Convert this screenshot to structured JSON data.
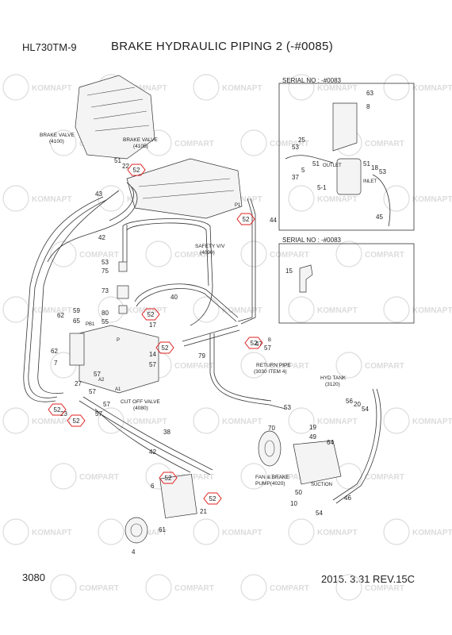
{
  "header": {
    "model": "HL730TM-9",
    "title": "BRAKE HYDRAULIC PIPING 2 (-#0085)"
  },
  "footer": {
    "page": "3080",
    "date_rev": "2015. 3.31  REV.15C"
  },
  "insets": {
    "serial_top": "SERIAL NO : -#0083",
    "serial_mid": "SERIAL NO : -#0083"
  },
  "captions": {
    "brake_valve_left_1": "BRAKE VALVE",
    "brake_valve_left_2": "(4100)",
    "brake_valve_right_1": "BRAKE VALVE",
    "brake_valve_right_2": "(4105)",
    "safety_valve_1": "SAFETY V/V",
    "safety_valve_2": "(4090)",
    "return_pipe_1": "RETURN PIPE",
    "return_pipe_2": "(3030 ITEM 4)",
    "cut_off_1": "CUT OFF VALVE",
    "cut_off_2": "(4080)",
    "hyd_tank_1": "HYD TANK",
    "hyd_tank_2": "(3120)",
    "fan_brake_1": "FAN & BRAKE",
    "fan_brake_2": "PUMP(4020)",
    "suction": "SUCTION",
    "outlet": "OUTLET",
    "inlet": "INLET",
    "port_p": "P",
    "port_pb1": "PB1",
    "port_a1": "A1",
    "port_a2": "A2",
    "port_p1": "P1",
    "port_b": "B"
  },
  "hex_callouts": [
    {
      "id": "h1",
      "label": "52"
    },
    {
      "id": "h2",
      "label": "52"
    },
    {
      "id": "h3",
      "label": "52"
    },
    {
      "id": "h4",
      "label": "52"
    },
    {
      "id": "h5",
      "label": "52"
    },
    {
      "id": "h6",
      "label": "52"
    },
    {
      "id": "h7",
      "label": "52"
    },
    {
      "id": "h8",
      "label": "52"
    },
    {
      "id": "h9",
      "label": "52"
    }
  ],
  "part_labels": {
    "p51a": "51",
    "p22": "22",
    "p43": "43",
    "p42a": "42",
    "p44": "44",
    "p53a": "53",
    "p75": "75",
    "p73": "73",
    "p80": "80",
    "p55": "55",
    "p59": "59",
    "p65": "65",
    "p62a": "62",
    "p17": "17",
    "p40": "40",
    "p14": "14",
    "p57a": "57",
    "p62b": "62",
    "p7": "7",
    "p57b": "57",
    "p27": "27",
    "p57c": "57",
    "p57d": "57",
    "p79": "79",
    "p47": "47",
    "p57e": "57",
    "p23": "23",
    "p57f": "57",
    "p38": "38",
    "p42b": "42",
    "p6": "6",
    "p21": "21",
    "p61": "61",
    "p4": "4",
    "p70": "70",
    "p53b": "53",
    "p19": "19",
    "p49": "49",
    "p64": "64",
    "p56": "56",
    "p20": "20",
    "p54a": "54",
    "p50": "50",
    "p10": "10",
    "p54b": "54",
    "p46": "46",
    "p63": "63",
    "p8": "8",
    "p25": "25",
    "p53c": "53",
    "p51b": "51",
    "p5": "5",
    "p37": "37",
    "p51c": "51",
    "p18": "18",
    "p53d": "53",
    "p5_1": "5-1",
    "p45": "45",
    "p15": "15"
  },
  "watermark": {
    "text_a": "KOMNAPT",
    "text_b": "COMPART"
  }
}
